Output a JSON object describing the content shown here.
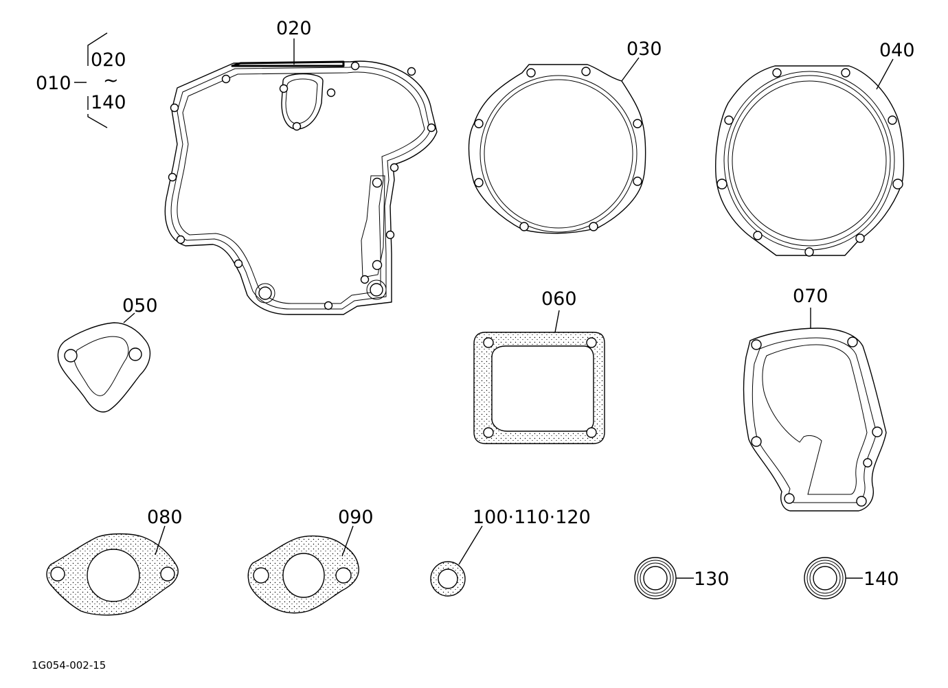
{
  "diagram": {
    "drawing_code": "1G054-002-15",
    "kit_group": {
      "label": "010",
      "range_start": "020",
      "range_symbol": "~",
      "range_end": "140"
    },
    "parts": [
      {
        "id": "p020",
        "label": "020",
        "shape": "gear-case-gasket"
      },
      {
        "id": "p030",
        "label": "030",
        "shape": "ring-gasket-8-bolt"
      },
      {
        "id": "p040",
        "label": "040",
        "shape": "ring-gasket-10-bolt"
      },
      {
        "id": "p050",
        "label": "050",
        "shape": "two-hole-flange-gasket"
      },
      {
        "id": "p060",
        "label": "060",
        "shape": "square-gasket-4-bolt"
      },
      {
        "id": "p070",
        "label": "070",
        "shape": "water-pump-gasket"
      },
      {
        "id": "p080",
        "label": "080",
        "shape": "oval-flange-gasket"
      },
      {
        "id": "p090",
        "label": "090",
        "shape": "oval-flange-gasket"
      },
      {
        "id": "p100",
        "label": "100·110·120",
        "shape": "washer"
      },
      {
        "id": "p130",
        "label": "130",
        "shape": "seal-ring"
      },
      {
        "id": "p140",
        "label": "140",
        "shape": "seal-ring"
      }
    ]
  }
}
